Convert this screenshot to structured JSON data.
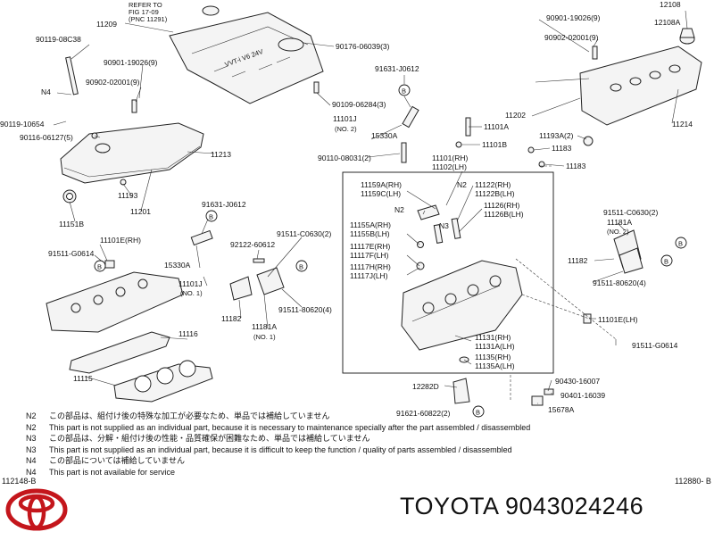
{
  "diagram": {
    "labels": {
      "refer1": "REFER TO",
      "refer2": "FIG 17-09",
      "refer3": "(PNC 11291)",
      "p11209": "11209",
      "p90119_08C38": "90119-08C38",
      "p90176": "90176-06039(3)",
      "p90901_l": "90901-19026(9)",
      "p90902_l": "90902-02001(9)",
      "p90901_r": "90901-19026(9)",
      "p90902_r": "90902-02001(9)",
      "p12108": "12108",
      "p12108A": "12108A",
      "n4": "N4",
      "p91631_top": "91631-J0612",
      "p90109": "90109-06284(3)",
      "p90119_10654": "90119-10654",
      "p90116": "90116-06127(5)",
      "p11101J_top": "11101J",
      "no2_top": "(NO. 2)",
      "p15330A_top": "15330A",
      "p11101A": "11101A",
      "p11101B": "11101B",
      "p11202": "11202",
      "p11214": "11214",
      "p11193A": "11193A(2)",
      "p11183_a": "11183",
      "p11183_b": "11183",
      "p11213": "11213",
      "p90110": "90110-08031(2)",
      "p11101RH": "11101(RH)",
      "p11102LH": "11102(LH)",
      "p11193": "11193",
      "p11201": "11201",
      "p11151B": "11151B",
      "p11159A": "11159A(RH)",
      "p11159C": "11159C(LH)",
      "n2_a": "N2",
      "n2_b": "N2",
      "n3": "N3",
      "p11122": "11122(RH)",
      "p11122B": "11122B(LH)",
      "p11126": "11126(RH)",
      "p11126B": "11126B(LH)",
      "p91631_mid": "91631-J0612",
      "p11101E_rh": "11101E(RH)",
      "p91511_g_l": "91511-G0614",
      "p92122": "92122-60612",
      "p91511_c_mid": "91511-C0630(2)",
      "p11155A": "11155A(RH)",
      "p11155B": "11155B(LH)",
      "p11117E": "11117E(RH)",
      "p11117F": "11117F(LH)",
      "p11117H": "11117H(RH)",
      "p11117J": "11117J(LH)",
      "p91511_c_r": "91511-C0630(2)",
      "p11181A_r": "11181A",
      "no2_r": "(NO. 2)",
      "p11182_r": "11182",
      "p91511_80620_r": "91511-80620(4)",
      "p15330A_mid": "15330A",
      "p11101J_mid": "11101J",
      "no1_mid": "(NO. 1)",
      "p11182_m": "11182",
      "p91511_80620_m": "91511-80620(4)",
      "p11181A_m": "11181A",
      "no1_m": "(NO. 1)",
      "p11116": "11116",
      "p11101E_lh": "11101E(LH)",
      "p91511_g_r": "91511-G0614",
      "p11131": "11131(RH)",
      "p11131A": "11131A(LH)",
      "p11135": "11135(RH)",
      "p11135A": "11135A(LH)",
      "p11115": "11115",
      "p12282D": "12282D",
      "p90430": "90430-16007",
      "p90401": "90401-16039",
      "p91621": "91621-60822(2)",
      "p15678A": "15678A",
      "circle_mark": "B"
    }
  },
  "notes": [
    {
      "code": "N2",
      "text": "この部品は、組付け後の特殊な加工が必要なため、単品では補給していません"
    },
    {
      "code": "N2",
      "text": "This part is not supplied as an individual part, because it is necessary to maintenance specially after the part assembled / disassembled"
    },
    {
      "code": "N3",
      "text": "この部品は、分解・組付け後の性能・品質確保が困難なため、単品では補給していません"
    },
    {
      "code": "N3",
      "text": "This part is not supplied as an individual part, because it is difficult to keep the function / quality of parts  assembled / disassembled"
    },
    {
      "code": "N4",
      "text": "この部品については補給していません"
    },
    {
      "code": "N4",
      "text": "This part is not available for service"
    }
  ],
  "footer": {
    "fig_left": "112148-B",
    "fig_right": "112880- B",
    "brand_part": "TOYOTA 9043024246"
  },
  "colors": {
    "logo": "#c4161c",
    "ink": "#111111"
  }
}
